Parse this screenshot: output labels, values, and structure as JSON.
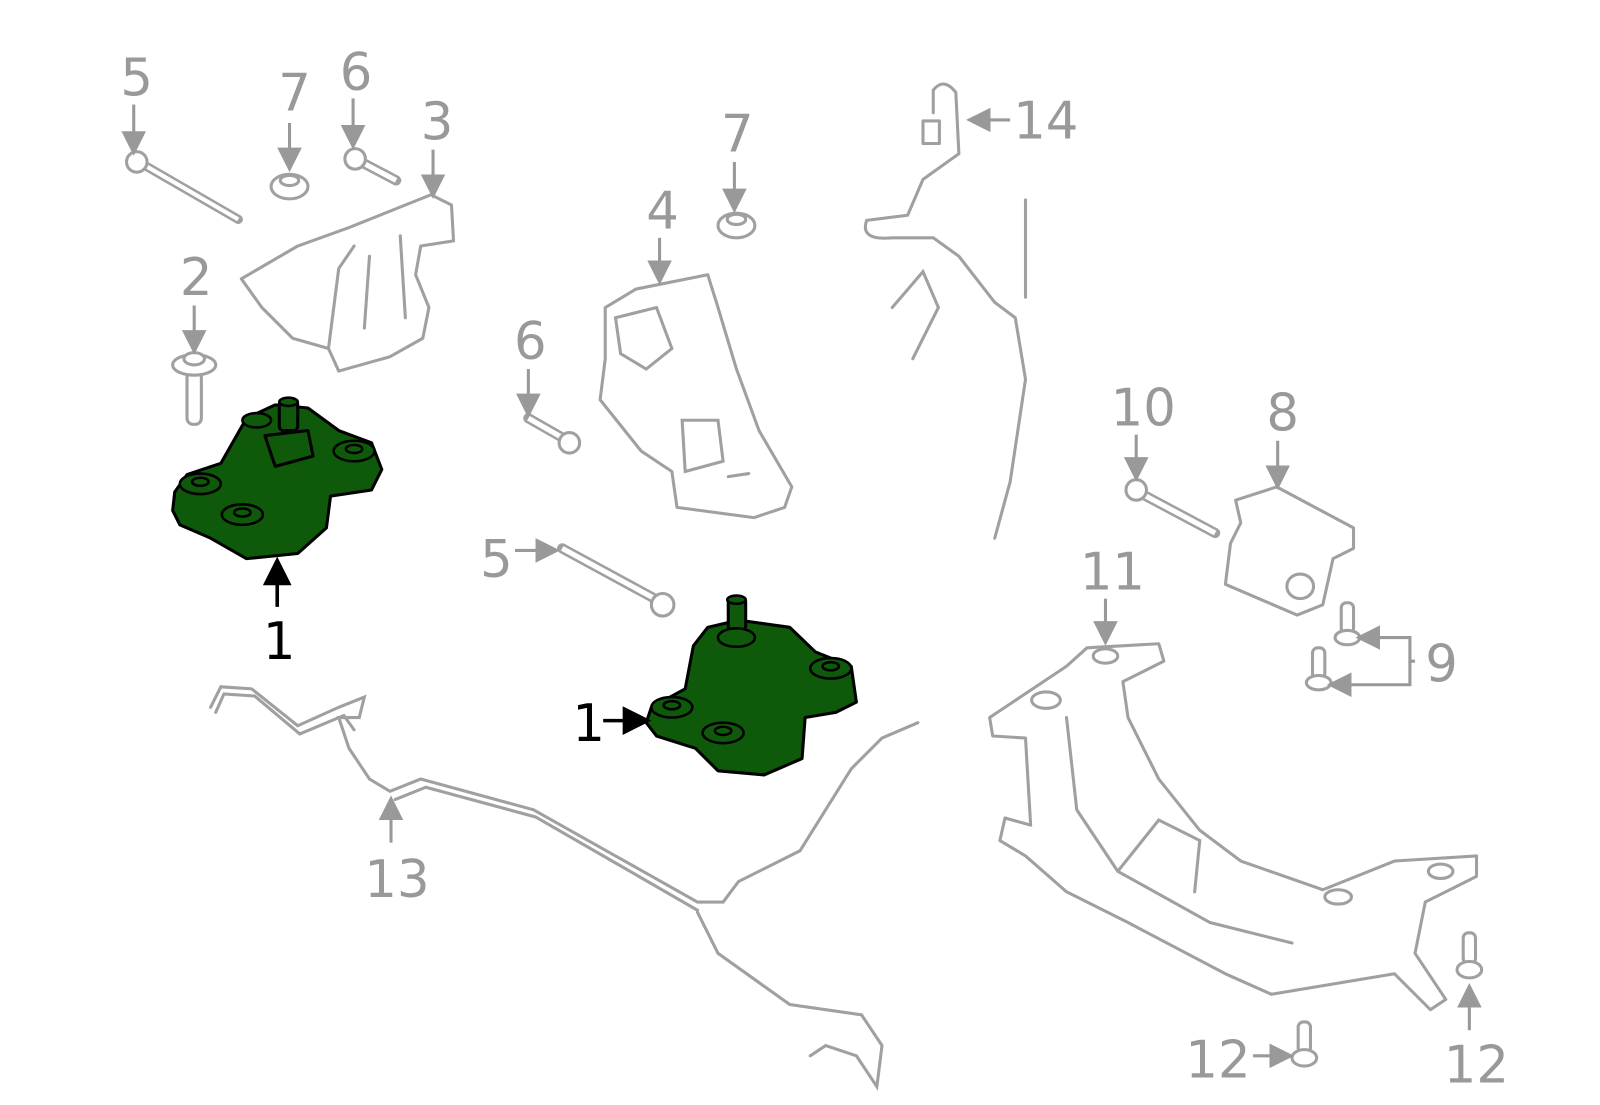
{
  "diagram": {
    "title": "Engine / transmission mount assembly",
    "highlight_color": "#0f5a0a",
    "part_color": "#a0a0a0",
    "callouts": [
      {
        "id": "c5a",
        "text": "5"
      },
      {
        "id": "c7a",
        "text": "7"
      },
      {
        "id": "c6a",
        "text": "6"
      },
      {
        "id": "c3",
        "text": "3"
      },
      {
        "id": "c2",
        "text": "2"
      },
      {
        "id": "c4",
        "text": "4"
      },
      {
        "id": "c7b",
        "text": "7"
      },
      {
        "id": "c6b",
        "text": "6"
      },
      {
        "id": "c14",
        "text": "14"
      },
      {
        "id": "c10",
        "text": "10"
      },
      {
        "id": "c8",
        "text": "8"
      },
      {
        "id": "c5b",
        "text": "5"
      },
      {
        "id": "c1a",
        "text": "1"
      },
      {
        "id": "c1b",
        "text": "1"
      },
      {
        "id": "c11",
        "text": "11"
      },
      {
        "id": "c9",
        "text": "9"
      },
      {
        "id": "c13",
        "text": "13"
      },
      {
        "id": "c12a",
        "text": "12"
      },
      {
        "id": "c12b",
        "text": "12"
      }
    ]
  }
}
